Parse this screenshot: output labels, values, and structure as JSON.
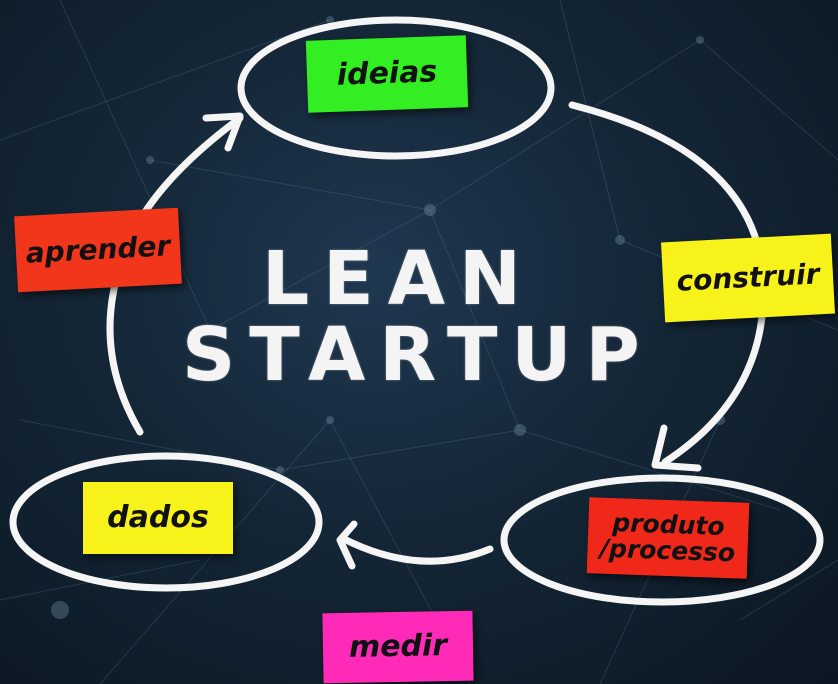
{
  "diagram": {
    "title_line1": "LEAN",
    "title_line2": "STARTUP",
    "nodes": {
      "ideias": "ideias",
      "construir": "construir",
      "produto": "produto /processo",
      "medir": "medir",
      "dados": "dados",
      "aprender": "aprender"
    },
    "colors": {
      "background": "#142636",
      "chalk": "#f5f5f5",
      "ideias": "#33ee22",
      "construir": "#f7f21a",
      "produto": "#f0281a",
      "medir": "#ff2bb8",
      "dados": "#f7f21a",
      "aprender": "#f2361c"
    }
  }
}
